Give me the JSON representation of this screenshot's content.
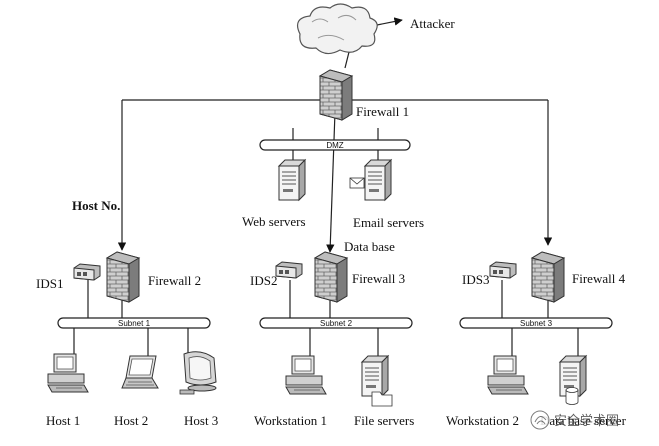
{
  "attacker": "Attacker",
  "host_no": "Host No.",
  "firewalls": [
    "Firewall 1",
    "Firewall 2",
    "Firewall 3",
    "Firewall 4"
  ],
  "ids": [
    "IDS1",
    "IDS2",
    "IDS3"
  ],
  "buses": [
    "DMZ",
    "Subnet 1",
    "Subnet 2",
    "Subnet 3"
  ],
  "dmz_servers": [
    "Web servers",
    "Email servers"
  ],
  "database": "Data base",
  "subnet1_hosts": [
    "Host 1",
    "Host 2",
    "Host 3"
  ],
  "subnet2_nodes": [
    "Workstation 1",
    "File servers"
  ],
  "subnet3_nodes": [
    "Workstation 2",
    "Data base server"
  ],
  "watermark": "安全学术圈"
}
